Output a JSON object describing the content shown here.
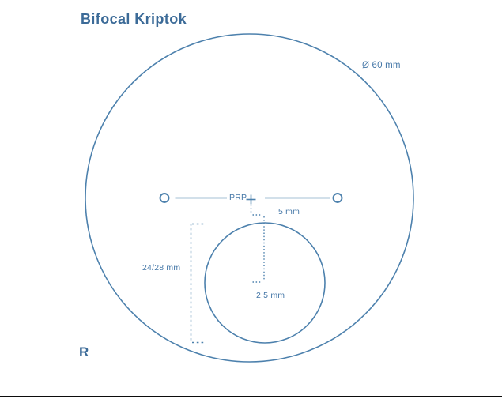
{
  "title": "Bifocal Kriptok",
  "eye_marker": "R",
  "diagram": {
    "lens_diameter_label": "Ø 60 mm",
    "prp_label": "PRP",
    "segment_drop_label": "5 mm",
    "segment_diameter_label": "24/28 mm",
    "segment_inset_label": "2,5 mm"
  },
  "colors": {
    "line_blue": "#4d81ad",
    "label_blue": "#4678a8",
    "heading_blue": "#3c6b98",
    "bottom_rule": "#0c0c0c",
    "background": "#ffffff"
  }
}
